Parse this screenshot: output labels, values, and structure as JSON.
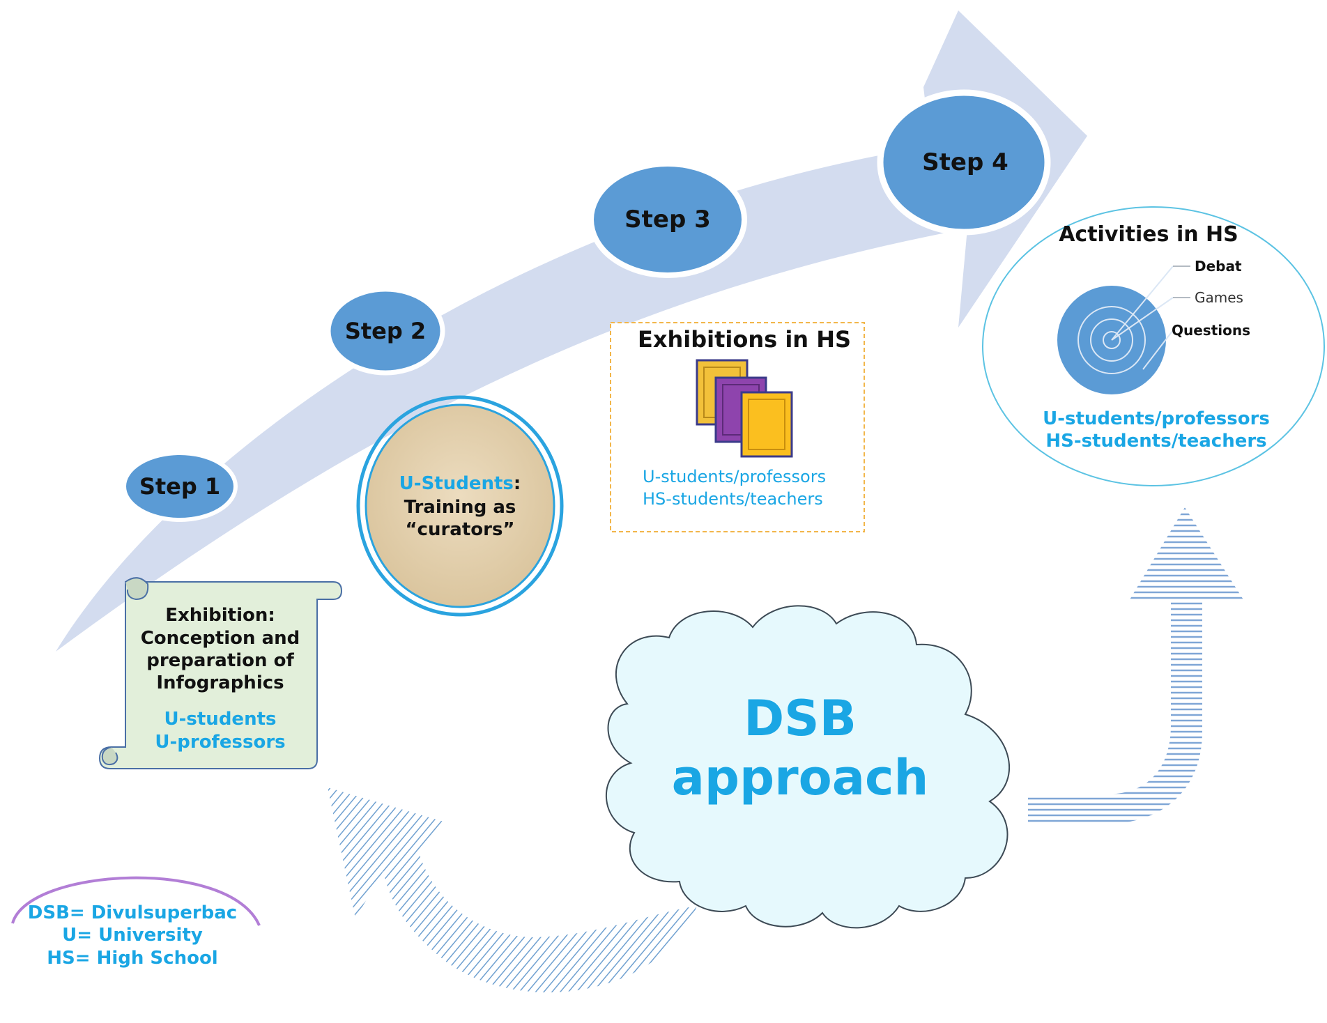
{
  "colors": {
    "arrow_fill": "#d3dcef",
    "step_oval": "#5b9bd5",
    "cyan_text": "#1aa6e4",
    "scroll_fill": "#e2efda",
    "cloud_fill": "#e6f9fd",
    "target_fill": "#5b9bd5",
    "legend_arc": "#b27ed6"
  },
  "steps": [
    {
      "label": "Step 1"
    },
    {
      "label": "Step 2"
    },
    {
      "label": "Step 3"
    },
    {
      "label": "Step 4"
    }
  ],
  "step1_scroll": {
    "title_lines": [
      "Exhibition:",
      "Conception and",
      "preparation of",
      "Infographics"
    ],
    "participants": [
      "U-students",
      "U-professors"
    ]
  },
  "step2_circle": {
    "highlight": "U-Students",
    "suffix": ":",
    "lines": [
      "Training as",
      "“curators”"
    ]
  },
  "step3_box": {
    "title": "Exhibitions in HS",
    "participants": [
      "U-students/professors",
      "HS-students/teachers"
    ]
  },
  "step4_circle": {
    "title": "Activities in HS",
    "target_labels": [
      "Debat",
      "Games",
      "Questions"
    ],
    "participants": [
      "U-students/professors",
      "HS-students/teachers"
    ]
  },
  "cloud": {
    "lines": [
      "DSB",
      "approach"
    ]
  },
  "legend": {
    "lines": [
      "DSB= Divulsuperbac",
      "U= University",
      "HS= High School"
    ]
  }
}
